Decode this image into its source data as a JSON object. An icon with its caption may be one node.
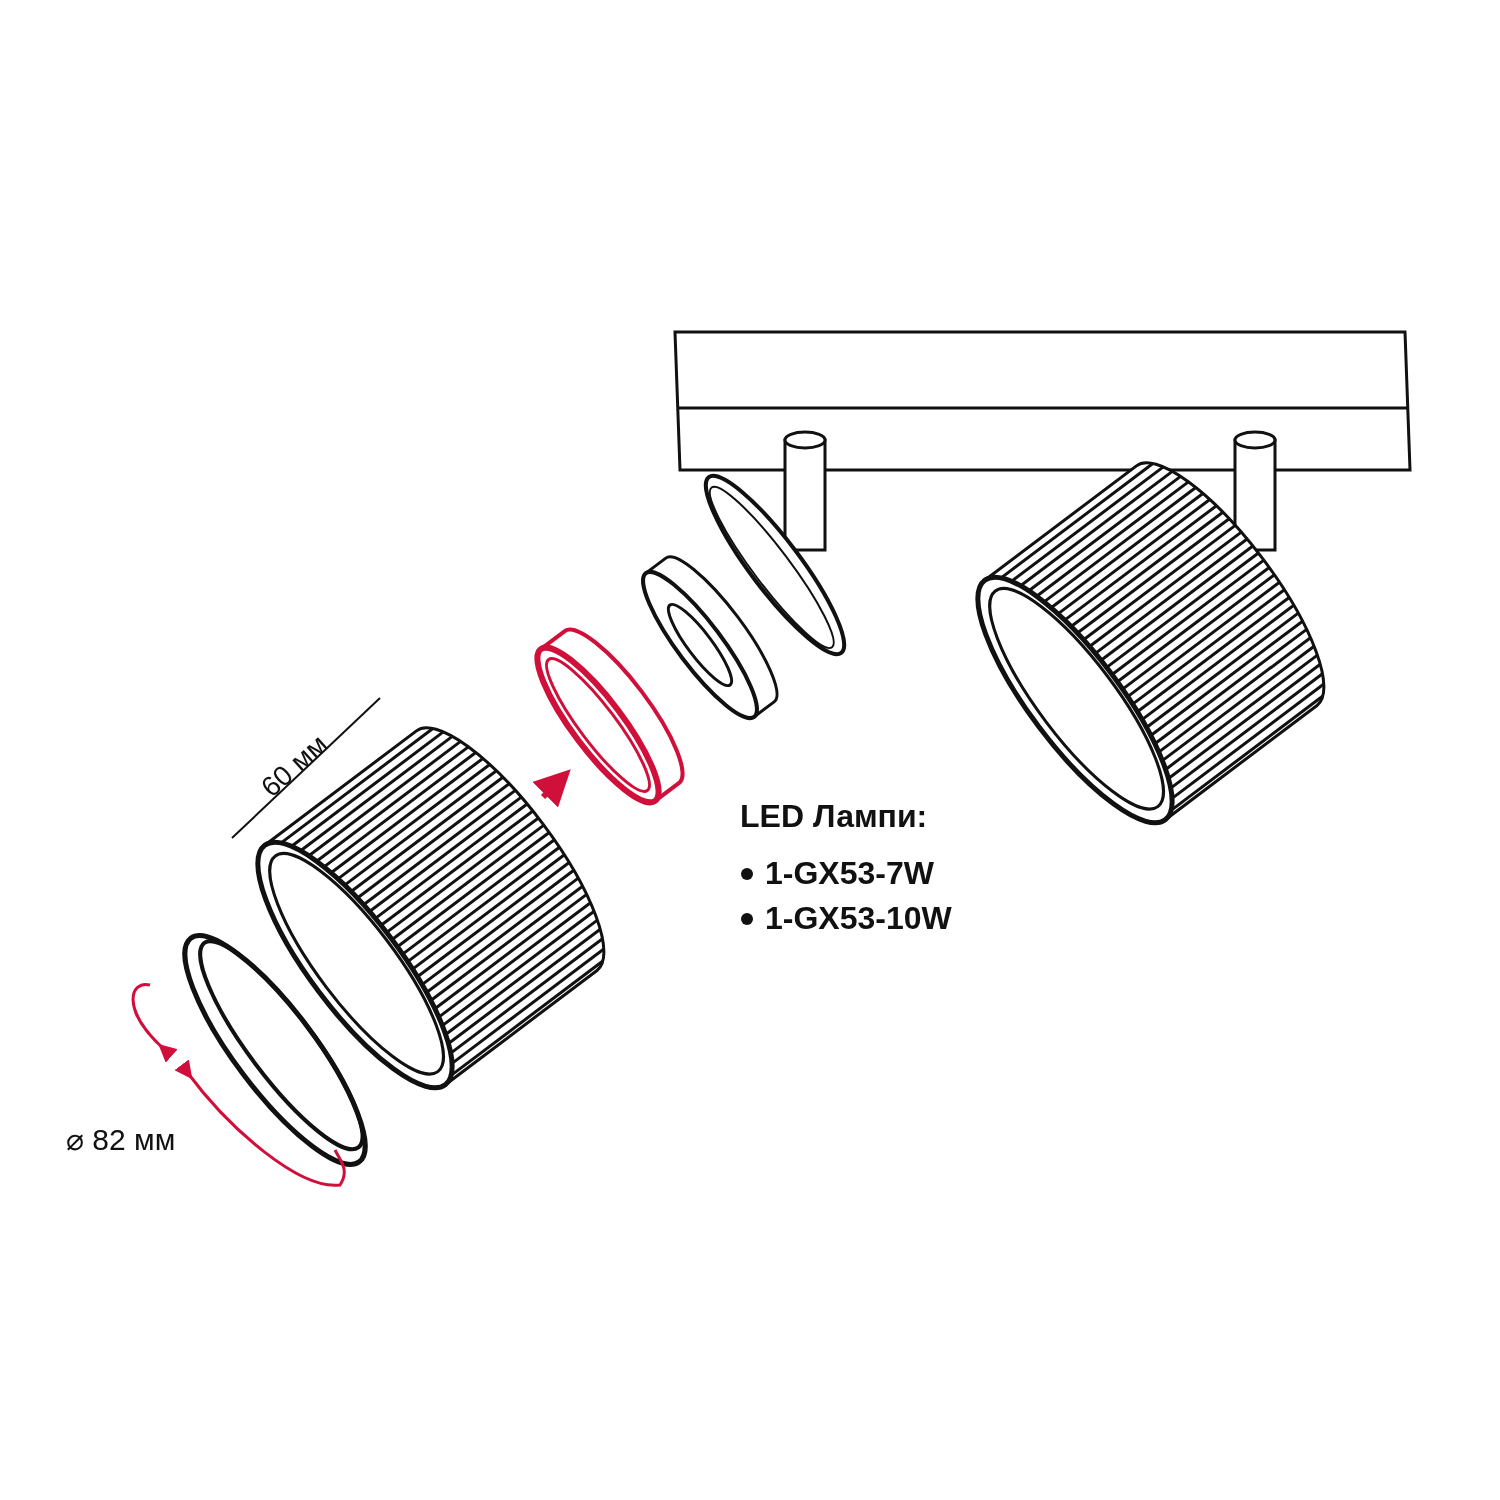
{
  "diagram": {
    "labels": [
      "60 мм",
      "LED Лампи:",
      "1-GX53-7W",
      "1-GX53-10W",
      "⌀ 82 мм"
    ]
  }
}
